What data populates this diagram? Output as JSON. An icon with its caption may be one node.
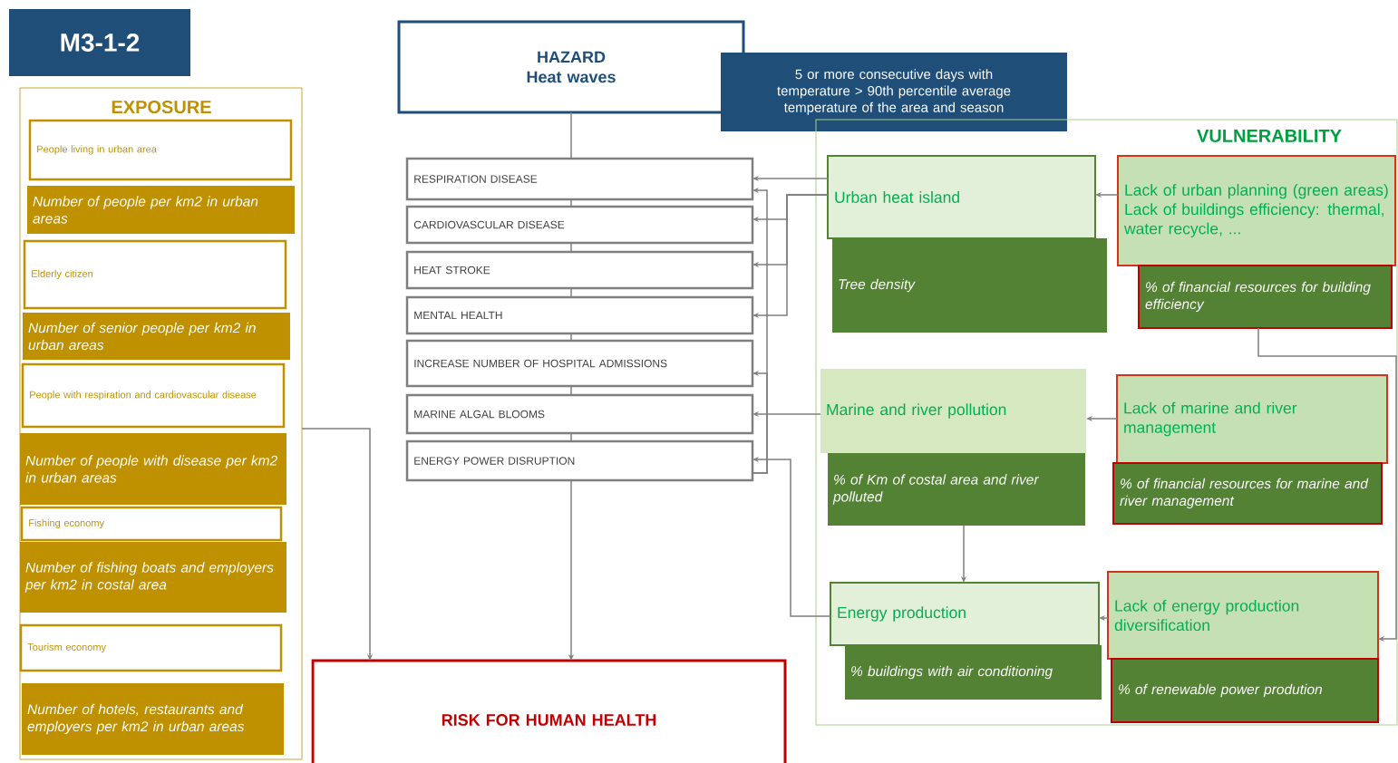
{
  "diagram": {
    "title": "M3-1-2",
    "nodes": [
      {
        "text": [
          "EXPOSURE"
        ]
      },
      {
        "text": [
          "People living in urban area"
        ],
        "in": 0
      },
      {
        "text": [
          "Number of people per km2 in urban areas"
        ],
        "in": 0
      },
      {
        "text": [
          "Elderly citizen"
        ],
        "in": 0
      },
      {
        "text": [
          "Number of senior people per km2 in urban areas"
        ],
        "in": 0
      },
      {
        "text": [
          "People with respiration and cardiovascular disease"
        ],
        "in": 0
      },
      {
        "text": [
          "Number of people with disease per km2 in urban areas"
        ],
        "in": 0
      },
      {
        "text": [
          "Fishing economy"
        ],
        "in": 0
      },
      {
        "text": [
          "Number of fishing boats and employers per km2 in costal area"
        ],
        "in": 0
      },
      {
        "text": [
          "Tourism economy"
        ],
        "in": 0
      },
      {
        "text": [
          "Number of hotels, restaurants and employers per km2 in urban areas"
        ],
        "in": 0
      },
      {
        "text": [
          "HAZARD",
          "Heat waves"
        ]
      },
      {
        "text": [
          "5 or more consecutive days with temperature > 90th percentile average temperature of the area and season"
        ]
      },
      {
        "text": [
          "RESPIRATION DISEASE"
        ]
      },
      {
        "text": [
          "CARDIOVASCULAR DISEASE"
        ]
      },
      {
        "text": [
          "HEAT STROKE"
        ]
      },
      {
        "text": [
          "MENTAL HEALTH"
        ]
      },
      {
        "text": [
          "INCREASE NUMBER OF HOSPITAL ADMISSIONS"
        ]
      },
      {
        "text": [
          "MARINE ALGAL BLOOMS"
        ]
      },
      {
        "text": [
          "ENERGY POWER DISRUPTION"
        ]
      },
      {
        "text": [
          "RISK FOR HUMAN HEALTH"
        ]
      },
      {
        "text": [
          "VULNERABILITY"
        ]
      },
      {
        "text": [
          "Urban heat island"
        ],
        "in": 21
      },
      {
        "text": [
          "Tree density"
        ],
        "in": 21
      },
      {
        "text": [
          "Lack of urban planning (green areas)",
          "Lack of buildings efficiency: thermal, water recycle, ..."
        ],
        "in": 21
      },
      {
        "text": [
          "% of financial resources for building efficiency"
        ],
        "in": 21
      },
      {
        "text": [
          "Marine and river pollution"
        ],
        "in": 21
      },
      {
        "text": [
          "% of Km of costal area and river polluted"
        ],
        "in": 21
      },
      {
        "text": [
          "Lack of marine and river management"
        ],
        "in": 21
      },
      {
        "text": [
          "% of financial resources for marine and river management"
        ],
        "in": 21
      },
      {
        "text": [
          "Energy production"
        ],
        "in": 21
      },
      {
        "text": [
          "% buildings with air conditioning"
        ],
        "in": 21
      },
      {
        "text": [
          "Lack of energy production diversification"
        ],
        "in": 21
      },
      {
        "text": [
          "% of renewable power prodution"
        ],
        "in": 21
      }
    ],
    "edges": [
      {
        "from": 11,
        "to": 13,
        "arrow": "none"
      },
      {
        "from": 13,
        "to": 14,
        "arrow": "none"
      },
      {
        "from": 14,
        "to": 15,
        "arrow": "none"
      },
      {
        "from": 15,
        "to": 16,
        "arrow": "none"
      },
      {
        "from": 16,
        "to": 17,
        "arrow": "none"
      },
      {
        "from": 17,
        "to": 18,
        "arrow": "none"
      },
      {
        "from": 18,
        "to": 19,
        "arrow": "none"
      },
      {
        "from": 19,
        "to": 20,
        "arrow": "to"
      },
      {
        "from": 0,
        "to": 20,
        "arrow": "to"
      },
      {
        "from": 22,
        "to": 13,
        "arrow": "to"
      },
      {
        "from": 22,
        "to": 14,
        "arrow": "to"
      },
      {
        "from": 22,
        "to": 15,
        "arrow": "to"
      },
      {
        "from": 22,
        "to": 16,
        "arrow": "to"
      },
      {
        "from": 26,
        "to": 18,
        "arrow": "to"
      },
      {
        "from": 19,
        "to": 17,
        "arrow": "to"
      },
      {
        "from": 19,
        "to": 13,
        "arrow": "to"
      },
      {
        "from": 30,
        "to": 19,
        "arrow": "to"
      },
      {
        "from": 24,
        "to": 22,
        "arrow": "to"
      },
      {
        "from": 28,
        "to": 26,
        "arrow": "to"
      },
      {
        "from": 32,
        "to": 30,
        "arrow": "to"
      },
      {
        "from": 25,
        "to": 32,
        "arrow": "to"
      },
      {
        "from": 27,
        "to": 30,
        "arrow": "to"
      }
    ]
  }
}
